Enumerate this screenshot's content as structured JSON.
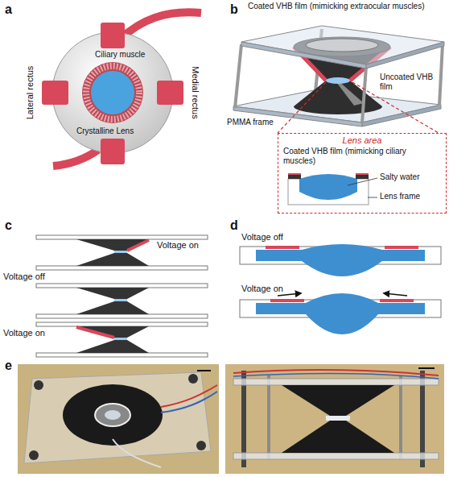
{
  "diagram": {
    "nodes": [
      {
        "text": [
          "Lens area"
        ]
      }
    ],
    "labels": [
      "a",
      "Lateral rectus",
      "Ciliary muscle",
      "Medial rectus",
      "Crystalline Lens",
      "b",
      "Coated VHB film (mimicking extraocular muscles)",
      "PMMA frame",
      "Uncoated VHB film",
      "Coated VHB film (mimicking ciliary muscles)",
      "Salty water",
      "Lens frame",
      "c",
      "Voltage on",
      "Voltage off",
      "Voltage on",
      "d",
      "Voltage off",
      "Voltage on",
      "e"
    ]
  }
}
